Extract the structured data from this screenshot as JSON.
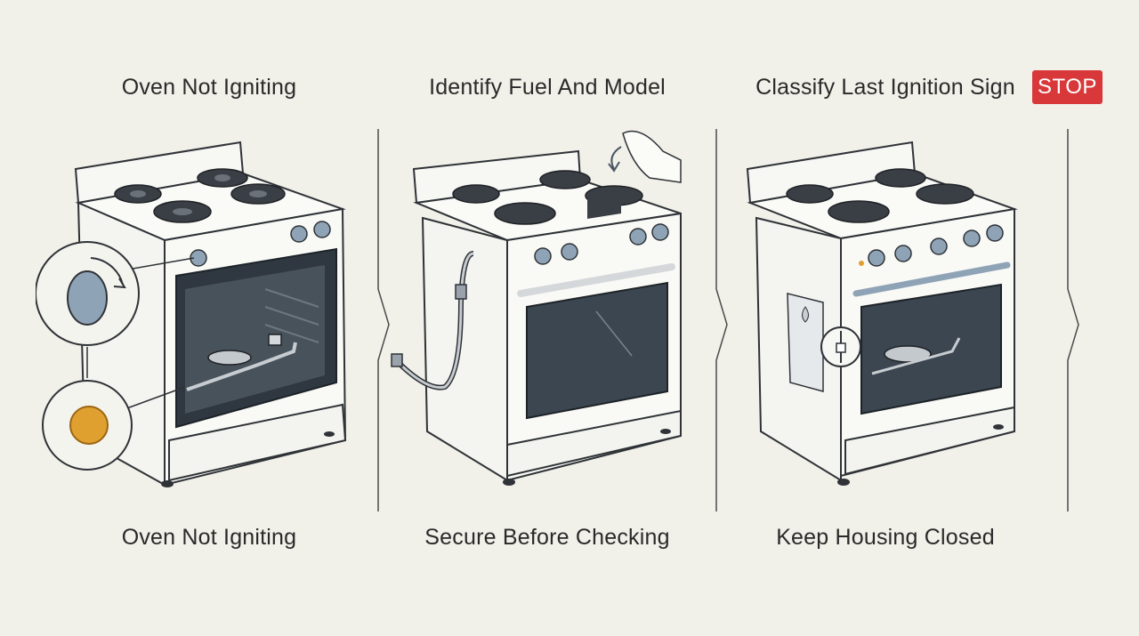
{
  "steps": [
    {
      "title": "Oven Not Igniting",
      "caption": "Oven Not Igniting"
    },
    {
      "title": "Identify Fuel And Model",
      "caption": "Secure Before Checking"
    },
    {
      "title": "Classify Last Ignition Sign",
      "caption": "Keep Housing Closed"
    }
  ],
  "stop_badge": "STOP",
  "colors": {
    "background": "#f1f0e9",
    "stop": "#d9383a",
    "knob": "#7f97ad",
    "glow": "#e0a030",
    "line": "#2f3337"
  }
}
